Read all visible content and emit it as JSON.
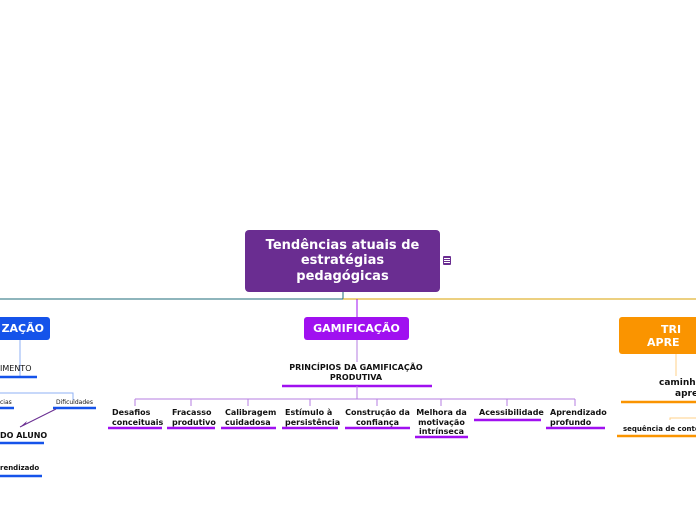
{
  "root": {
    "title": "Tendências atuais de estratégias pedagógicas"
  },
  "branches": {
    "gamificacao": {
      "label": "GAMIFICAÇÃO",
      "principles_title": "PRINCÍPIOS DA GAMIFICAÇÃO PRODUTIVA",
      "principles": [
        "Desafios conceituais",
        "Fracasso produtivo",
        "Calibragem cuidadosa",
        "Estímulo à persistência",
        "Construção da confiança",
        "Melhora da motivação intrínseca",
        "Acessibilidade",
        "Aprendizado profundo"
      ]
    },
    "left": {
      "label": "ZAÇÃO",
      "items": [
        "IMENTO",
        "DO ALUNO",
        "rendizado"
      ],
      "small_items": [
        "cias",
        "Dificuldades"
      ]
    },
    "right": {
      "label_line1": "TRI",
      "label_line2": "APRE",
      "items": [
        "caminh",
        "apre",
        "sequência de conte"
      ]
    }
  },
  "colors": {
    "root": "#6a2d91",
    "gamificacao": "#a010f0",
    "left": "#1553ea",
    "right": "#fa9400",
    "purple_line": "#a010f0",
    "blue_line": "#1553ea",
    "orange_line": "#fa9400",
    "teal_line": "#1d6b7a"
  }
}
